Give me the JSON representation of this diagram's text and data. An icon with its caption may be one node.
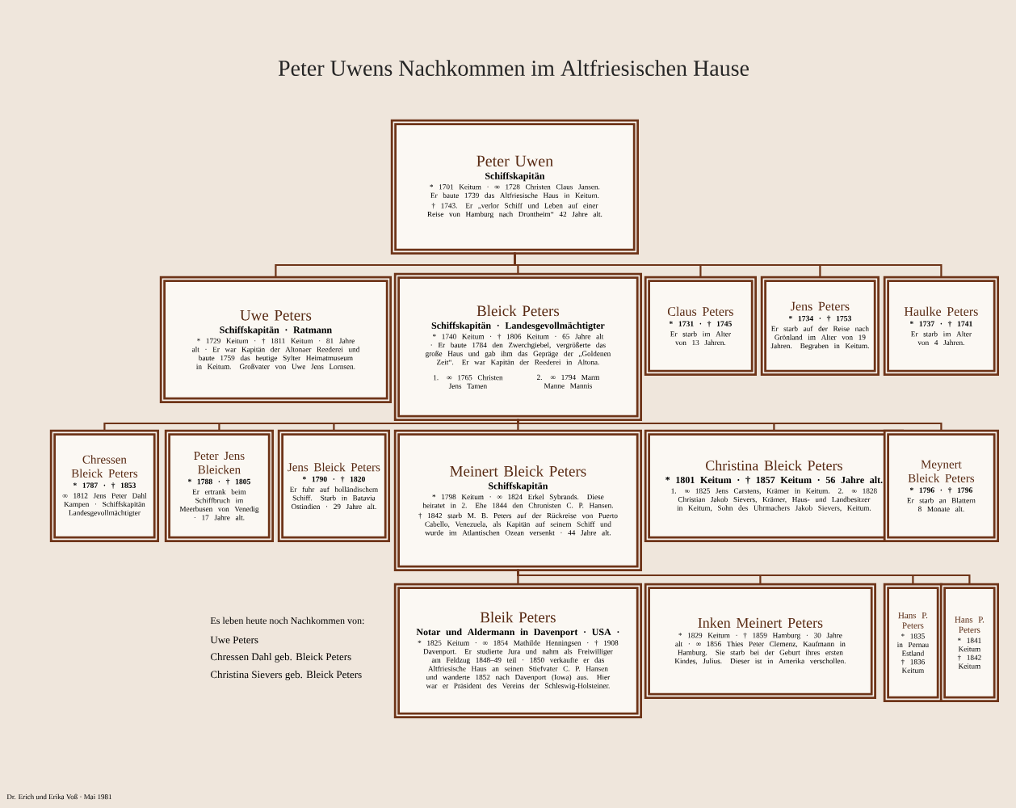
{
  "diagram": {
    "title": "Peter Uwens Nachkommen im Altfriesischen Hause",
    "nodes": [
      {
        "text": [
          "Peter Uwen",
          "Schiffskapitän",
          "* 1701 Keitum · ∞ 1728 Christen Claus Jansen. Er baute 1739 das Altfriesische Haus in Keitum.",
          "† 1743. Er „verlor Schiff und Leben auf einer Reise von Hamburg nach Drontheim“ 42 Jahre alt."
        ]
      },
      {
        "text": [
          "Uwe Peters",
          "Schiffskapitän · Ratmann",
          "* 1729 Keitum · † 1811 Keitum · 81 Jahre alt · Er war Kapitän der Altonaer Reederei und baute 1759 das heutige Sylter Heimatmuseum in Keitum. Großvater von Uwe Jens Lornsen."
        ]
      },
      {
        "text": [
          "Bleick Peters",
          "Schiffskapitän · Landesgevollmächtigter",
          "* 1740 Keitum · † 1806 Keitum · 65 Jahre alt · Er baute 1784 den Zwerchgiebel, vergrößerte das große Haus und gab ihm das Gepräge der „Goldenen Zeit“. Er war Kapitän der Reederei in Altona.",
          "1. ∞ 1765 Christen Jens Tamen",
          "2. ∞ 1794 Marm Manne Mannis"
        ]
      },
      {
        "text": [
          "Claus Peters",
          "* 1731 · † 1745",
          "Er starb im Alter von 13 Jahren."
        ]
      },
      {
        "text": [
          "Jens Peters",
          "* 1734 · † 1753",
          "Er starb auf der Reise nach Grönland im Alter von 19 Jahren. Begraben in Keitum."
        ]
      },
      {
        "text": [
          "Haulke Peters",
          "* 1737 · † 1741",
          "Er starb im Alter von 4 Jahren."
        ]
      },
      {
        "text": [
          "Chressen Bleick Peters",
          "* 1787 · † 1853",
          "∞ 1812 Jens Peter Dahl Kampen · Schiffskapitän Landesgevollmächtigter"
        ]
      },
      {
        "text": [
          "Peter Jens Bleicken",
          "* 1788 · † 1805",
          "Er ertrank beim Schiffbruch im Meerbusen von Venedig · 17 Jahre alt."
        ]
      },
      {
        "text": [
          "Jens Bleick Peters",
          "* 1790 · † 1820",
          "Er fuhr auf holländischem Schiff. Starb in Batavia Ostindien · 29 Jahre alt."
        ]
      },
      {
        "text": [
          "Meinert Bleick Peters",
          "Schiffskapitän",
          "* 1798 Keitum · ∞ 1824 Erkel Sybrands. Diese heiratet in 2. Ehe 1844 den Chronisten C. P. Hansen.",
          "† 1842 starb M. B. Peters auf der Rückreise von Puerto Cabello, Venezuela, als Kapitän auf seinem Schiff und wurde im Atlantischen Ozean versenkt · 44 Jahre alt."
        ]
      },
      {
        "text": [
          "Christina Bleick Peters",
          "* 1801 Keitum · † 1857 Keitum · 56 Jahre alt.",
          "1. ∞ 1825 Jens Carstens, Krämer in Keitum. 2. ∞ 1828 Christian Jakob Sievers, Krämer, Haus- und Landbesitzer in Keitum, Sohn des Uhrmachers Jakob Sievers, Keitum."
        ]
      },
      {
        "text": [
          "Meynert Bleick Peters",
          "* 1796 · † 1796",
          "Er starb an Blattern 8 Monate alt."
        ]
      },
      {
        "text": [
          "Bleik Peters",
          "Notar und Aldermann in Davenport · USA ·",
          "* 1825 Keitum · ∞ 1854 Mathilde Henningsen · † 1908 Davenport. Er studierte Jura und nahm als Freiwilliger am Feldzug 1848–49 teil · 1850 verkaufte er das Altfriesische Haus an seinen Stiefvater C. P. Hansen und wanderte 1852 nach Davenport (Iowa) aus. Hier war er Präsident des Vereins der Schleswig-Holsteiner."
        ]
      },
      {
        "text": [
          "Inken Meinert Peters",
          "* 1829 Keitum · † 1859 Hamburg · 30 Jahre alt · ∞ 1856 Thies Peter Clemenz, Kaufmann in Hamburg. Sie starb bei der Geburt ihres ersten Kindes, Julius. Dieser ist in Amerika verschollen."
        ]
      },
      {
        "text": [
          "Hans P. Peters",
          "* 1835 in Pernau Estland † 1836 Keitum"
        ]
      },
      {
        "text": [
          "Hans P. Peters",
          "* 1841 Keitum † 1842 Keitum"
        ]
      }
    ],
    "edges": [
      {
        "from": 0,
        "to": 1,
        "arrow": "none"
      },
      {
        "from": 0,
        "to": 2,
        "arrow": "none"
      },
      {
        "from": 0,
        "to": 3,
        "arrow": "none"
      },
      {
        "from": 0,
        "to": 4,
        "arrow": "none"
      },
      {
        "from": 0,
        "to": 5,
        "arrow": "none"
      },
      {
        "from": 2,
        "to": 6,
        "arrow": "none"
      },
      {
        "from": 2,
        "to": 7,
        "arrow": "none"
      },
      {
        "from": 2,
        "to": 8,
        "arrow": "none"
      },
      {
        "from": 2,
        "to": 9,
        "arrow": "none"
      },
      {
        "from": 2,
        "to": 10,
        "arrow": "none"
      },
      {
        "from": 2,
        "to": 11,
        "arrow": "none"
      },
      {
        "from": 9,
        "to": 12,
        "arrow": "none"
      },
      {
        "from": 9,
        "to": 13,
        "arrow": "none"
      },
      {
        "from": 9,
        "to": 14,
        "arrow": "none"
      },
      {
        "from": 9,
        "to": 15,
        "arrow": "none"
      }
    ],
    "labels": [
      "Es leben heute noch Nachkommen von:",
      "Uwe Peters",
      "Chressen Dahl geb. Bleick Peters",
      "Christina Sievers geb. Bleick Peters",
      "Dr. Erich und Erika Voß · Mai 1981"
    ]
  }
}
